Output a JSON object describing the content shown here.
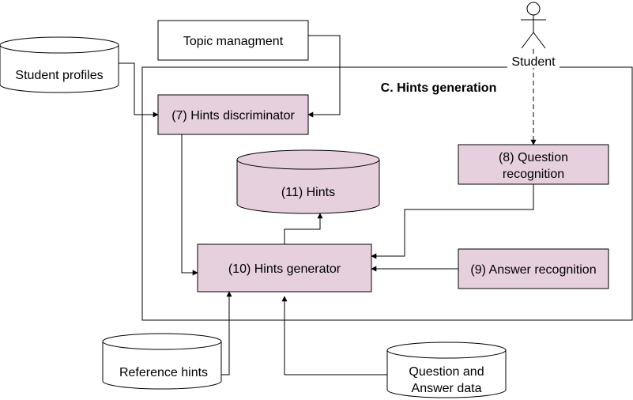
{
  "diagram": {
    "section_title": "C. Hints generation",
    "actor": {
      "label": "Student"
    },
    "nodes": {
      "student_profiles": {
        "label": "Student profiles"
      },
      "topic_managment": {
        "label": "Topic managment"
      },
      "hints_discriminator": {
        "label": "(7) Hints discriminator"
      },
      "hints_db": {
        "label": "(11) Hints"
      },
      "question_recognition": {
        "line1": "(8) Question",
        "line2": "recognition"
      },
      "hints_generator": {
        "label": "(10) Hints generator"
      },
      "answer_recognition": {
        "label": "(9) Answer recognition"
      },
      "reference_hints": {
        "label": "Reference hints"
      },
      "qa_data": {
        "line1": "Question and",
        "line2": "Answer data"
      }
    }
  },
  "colors": {
    "process_fill": "#e6d0de",
    "data_fill": "#ffffff",
    "stroke": "#000000"
  }
}
